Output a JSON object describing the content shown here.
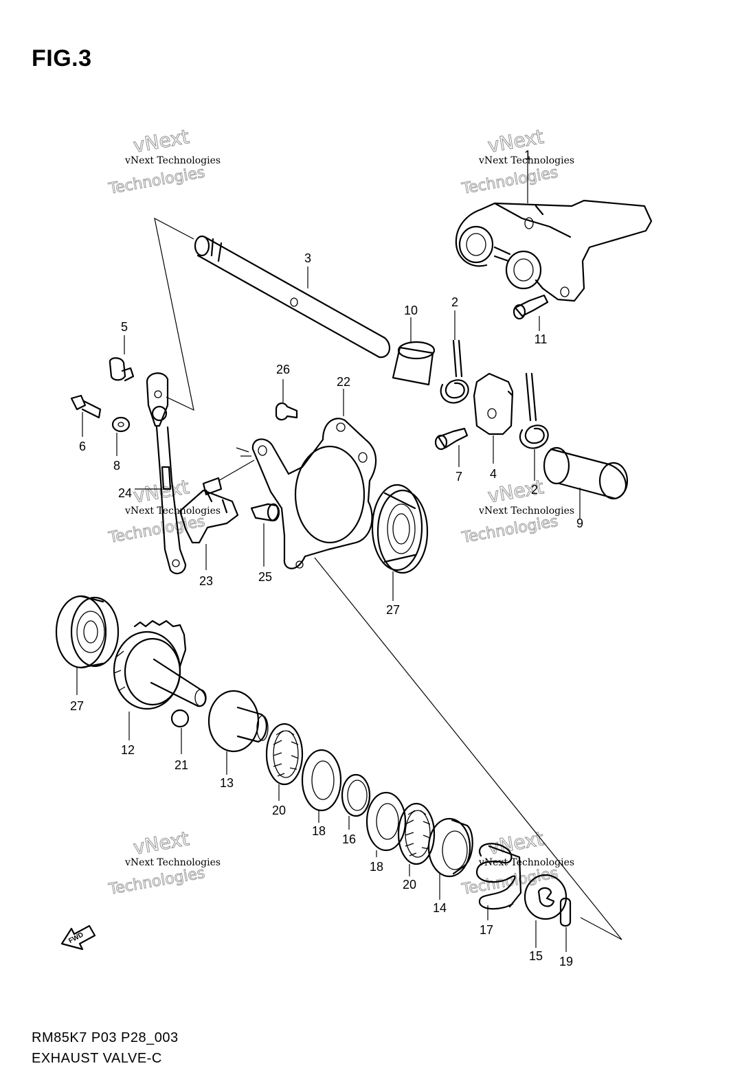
{
  "figure": {
    "title": "FIG.3",
    "code": "RM85K7 P03 P28_003",
    "name": "EXHAUST VALVE-C"
  },
  "watermark": {
    "line1": "vNext Technologies",
    "line2": "vNext",
    "line3": "Technologies"
  },
  "fwd_label": "FWD",
  "part_labels": [
    {
      "id": "1",
      "text": "1"
    },
    {
      "id": "2a",
      "text": "2"
    },
    {
      "id": "2b",
      "text": "2"
    },
    {
      "id": "3",
      "text": "3"
    },
    {
      "id": "4",
      "text": "4"
    },
    {
      "id": "5",
      "text": "5"
    },
    {
      "id": "6",
      "text": "6"
    },
    {
      "id": "7",
      "text": "7"
    },
    {
      "id": "8",
      "text": "8"
    },
    {
      "id": "9",
      "text": "9"
    },
    {
      "id": "10",
      "text": "10"
    },
    {
      "id": "11",
      "text": "11"
    },
    {
      "id": "12",
      "text": "12"
    },
    {
      "id": "13",
      "text": "13"
    },
    {
      "id": "14",
      "text": "14"
    },
    {
      "id": "15",
      "text": "15"
    },
    {
      "id": "16",
      "text": "16"
    },
    {
      "id": "17",
      "text": "17"
    },
    {
      "id": "18a",
      "text": "18"
    },
    {
      "id": "18b",
      "text": "18"
    },
    {
      "id": "19",
      "text": "19"
    },
    {
      "id": "20a",
      "text": "20"
    },
    {
      "id": "20b",
      "text": "20"
    },
    {
      "id": "21",
      "text": "21"
    },
    {
      "id": "22",
      "text": "22"
    },
    {
      "id": "23",
      "text": "23"
    },
    {
      "id": "24",
      "text": "24"
    },
    {
      "id": "25",
      "text": "25"
    },
    {
      "id": "26",
      "text": "26"
    },
    {
      "id": "27a",
      "text": "27"
    },
    {
      "id": "27b",
      "text": "27"
    }
  ]
}
